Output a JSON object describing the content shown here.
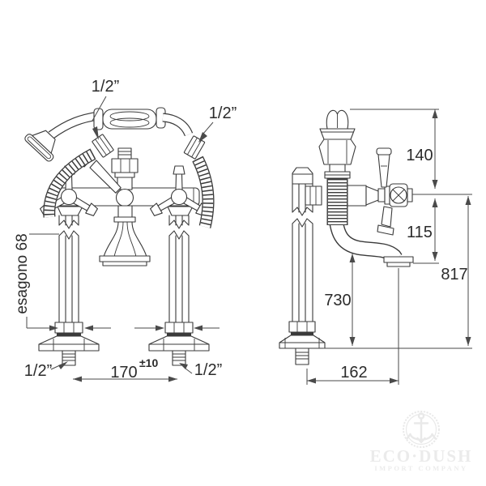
{
  "labels": {
    "handshower_connection": "1/2”",
    "hose_connection": "1/2”",
    "holder_height": "140",
    "spout_drop": "115",
    "overall_height": "817",
    "spout_underside_height": "730",
    "hex_size": "esagono 68",
    "inlet_spacing": "170",
    "inlet_spacing_tolerance": "±10",
    "left_inlet": "1/2”",
    "right_inlet": "1/2”",
    "spout_reach": "162"
  },
  "watermark": {
    "brand": "ECO·DUSH",
    "tagline": "IMPORT COMPANY"
  },
  "colors": {
    "line": "#3a3a3a",
    "dimension": "#4a4a4a",
    "text": "#2b2b2b",
    "background": "#ffffff",
    "watermark": "#e9e9e9"
  }
}
